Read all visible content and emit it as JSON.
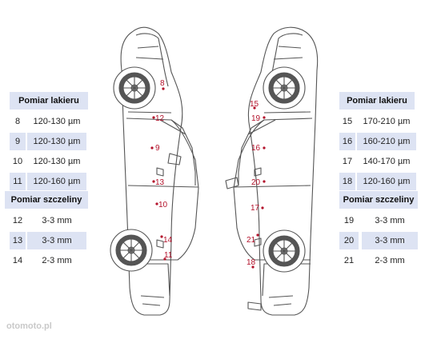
{
  "left_table": {
    "paint_header": "Pomiar lakieru",
    "paint_rows": [
      {
        "num": "8",
        "value": "120-130 µm",
        "shaded": false
      },
      {
        "num": "9",
        "value": "120-130 µm",
        "shaded": true
      },
      {
        "num": "10",
        "value": "120-130 µm",
        "shaded": false
      },
      {
        "num": "11",
        "value": "120-160 µm",
        "shaded": true
      }
    ],
    "gap_header": "Pomiar szczeliny",
    "gap_rows": [
      {
        "num": "12",
        "value": "3-3 mm",
        "shaded": false
      },
      {
        "num": "13",
        "value": "3-3 mm",
        "shaded": true
      },
      {
        "num": "14",
        "value": "2-3 mm",
        "shaded": false
      }
    ]
  },
  "right_table": {
    "paint_header": "Pomiar lakieru",
    "paint_rows": [
      {
        "num": "15",
        "value": "170-210 µm",
        "shaded": false
      },
      {
        "num": "16",
        "value": "160-210 µm",
        "shaded": true
      },
      {
        "num": "17",
        "value": "140-170 µm",
        "shaded": false
      },
      {
        "num": "18",
        "value": "120-160 µm",
        "shaded": true
      }
    ],
    "gap_header": "Pomiar szczeliny",
    "gap_rows": [
      {
        "num": "19",
        "value": "3-3 mm",
        "shaded": false
      },
      {
        "num": "20",
        "value": "3-3 mm",
        "shaded": true
      },
      {
        "num": "21",
        "value": "2-3 mm",
        "shaded": false
      }
    ]
  },
  "markers_left": [
    "8",
    "12",
    "9",
    "13",
    "10",
    "14",
    "11"
  ],
  "markers_right": [
    "15",
    "19",
    "16",
    "20",
    "17",
    "21",
    "18"
  ],
  "colors": {
    "marker": "#b3122b",
    "header_bg": "#dde3f3",
    "outline": "#555555"
  },
  "watermark": "otomoto.pl"
}
